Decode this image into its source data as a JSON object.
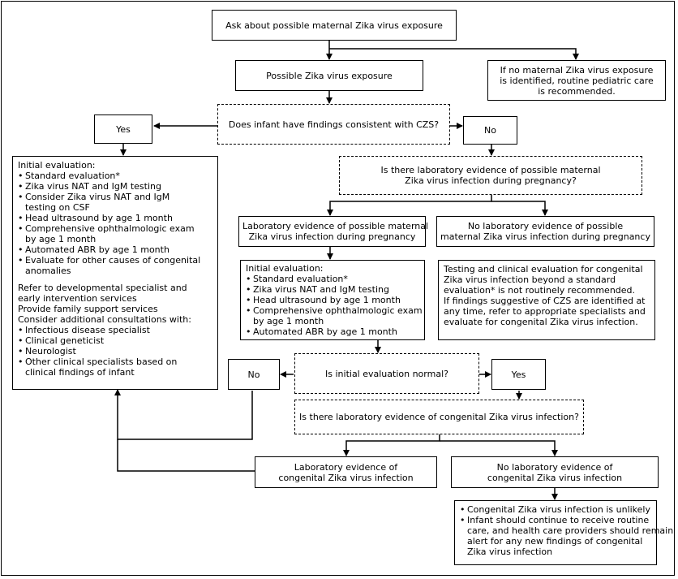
{
  "nodes": {
    "ask": {
      "lines": [
        "Ask about possible maternal Zika virus exposure"
      ]
    },
    "possible_exposure": {
      "lines": [
        "Possible Zika virus exposure"
      ]
    },
    "no_exposure": {
      "lines": [
        "If no maternal Zika virus exposure",
        "is identified, routine pediatric care",
        "is recommended."
      ]
    },
    "czs_question": {
      "lines": [
        "Does infant have findings consistent with CZS?"
      ]
    },
    "yes_czs": {
      "lines": [
        "Yes"
      ]
    },
    "no_czs": {
      "lines": [
        "No"
      ]
    },
    "initial_eval_czs": {
      "heading": "Initial evaluation:",
      "items": [
        {
          "text": "Standard evaluation*"
        },
        {
          "text": "Zika virus NAT and IgM testing"
        },
        {
          "text": "Consider Zika virus NAT and IgM",
          "cont": "testing on CSF"
        },
        {
          "text": "Head ultrasound by age 1 month"
        },
        {
          "text": "Comprehensive ophthalmologic exam",
          "cont": "by age 1 month"
        },
        {
          "text": "Automated ABR by age 1 month"
        },
        {
          "text": "Evaluate for other causes of congenital",
          "cont": "anomalies"
        }
      ],
      "refer": [
        "Refer to developmental specialist and",
        "early intervention services",
        "Provide family support services",
        "Consider additional consultations with:"
      ],
      "consults": [
        {
          "text": "Infectious disease specialist"
        },
        {
          "text": "Clinical geneticist"
        },
        {
          "text": "Neurologist"
        },
        {
          "text": "Other clinical specialists based on",
          "cont": "clinical findings of infant"
        }
      ]
    },
    "lab_evidence_question": {
      "lines": [
        "Is there laboratory evidence of possible maternal",
        "Zika virus infection during pregnancy?"
      ]
    },
    "lab_evidence_yes": {
      "lines": [
        "Laboratory evidence of possible maternal",
        "Zika virus infection during pregnancy"
      ]
    },
    "lab_evidence_no": {
      "lines": [
        "No laboratory evidence of possible",
        "maternal Zika virus infection during pregnancy"
      ]
    },
    "initial_eval_lab": {
      "heading": "Initial evaluation:",
      "items": [
        {
          "text": "Standard evaluation*"
        },
        {
          "text": "Zika virus NAT and IgM testing"
        },
        {
          "text": "Head ultrasound by age 1 month"
        },
        {
          "text": "Comprehensive ophthalmologic exam",
          "cont": "by age 1 month"
        },
        {
          "text": "Automated ABR by age 1 month"
        }
      ]
    },
    "testing_not_recommended": {
      "lines": [
        "Testing and clinical evaluation for congenital",
        "Zika virus infection beyond a standard",
        "evaluation* is not routinely recommended.",
        "If findings suggestive of CZS are identified at",
        "any time, refer to appropriate specialists and",
        "evaluate for congenital Zika virus infection."
      ]
    },
    "normal_question": {
      "lines": [
        "Is initial evaluation normal?"
      ]
    },
    "no_normal": {
      "lines": [
        "No"
      ]
    },
    "yes_normal": {
      "lines": [
        "Yes"
      ]
    },
    "congenital_question": {
      "lines": [
        "Is there laboratory evidence of congenital Zika virus infection?"
      ]
    },
    "congenital_yes": {
      "lines": [
        "Laboratory evidence of",
        "congenital Zika virus infection"
      ]
    },
    "congenital_no": {
      "lines": [
        "No laboratory evidence of",
        "congenital Zika virus infection"
      ]
    },
    "unlikely": {
      "items": [
        {
          "text": "Congenital Zika virus infection is unlikely"
        },
        {
          "text": "Infant should continue to receive routine",
          "cont": [
            "care, and health care providers should remain",
            "alert for any new findings of congenital",
            "Zika virus infection"
          ]
        }
      ]
    }
  }
}
